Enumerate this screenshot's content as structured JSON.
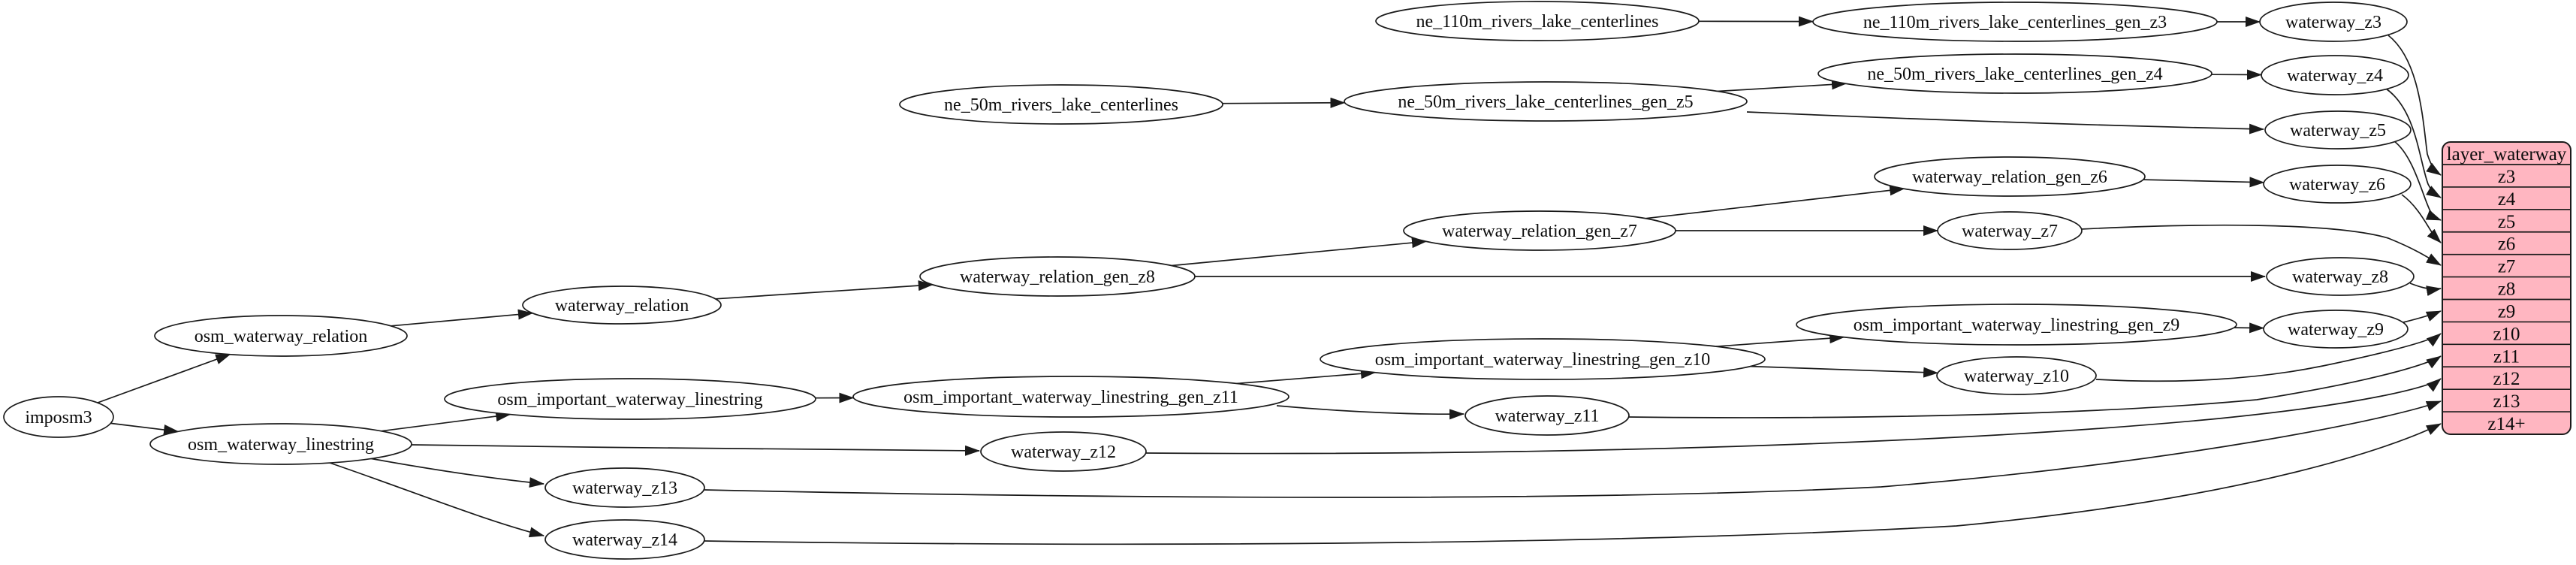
{
  "colors": {
    "table_fill": "#ffb6c1",
    "node_fill": "#ffffff",
    "stroke": "#1a1a1a",
    "background": "#ffffff"
  },
  "nodes": [
    {
      "id": "imposm3",
      "label": "imposm3"
    },
    {
      "id": "osm_waterway_relation",
      "label": "osm_waterway_relation"
    },
    {
      "id": "osm_waterway_linestring",
      "label": "osm_waterway_linestring"
    },
    {
      "id": "waterway_relation",
      "label": "waterway_relation"
    },
    {
      "id": "osm_important_waterway_linestring",
      "label": "osm_important_waterway_linestring"
    },
    {
      "id": "waterway_relation_gen_z8",
      "label": "waterway_relation_gen_z8"
    },
    {
      "id": "waterway_relation_gen_z7",
      "label": "waterway_relation_gen_z7"
    },
    {
      "id": "waterway_relation_gen_z6",
      "label": "waterway_relation_gen_z6"
    },
    {
      "id": "ne_110m_rivers_lake_centerlines",
      "label": "ne_110m_rivers_lake_centerlines"
    },
    {
      "id": "ne_110m_rivers_lake_centerlines_gen_z3",
      "label": "ne_110m_rivers_lake_centerlines_gen_z3"
    },
    {
      "id": "ne_50m_rivers_lake_centerlines",
      "label": "ne_50m_rivers_lake_centerlines"
    },
    {
      "id": "ne_50m_rivers_lake_centerlines_gen_z5",
      "label": "ne_50m_rivers_lake_centerlines_gen_z5"
    },
    {
      "id": "ne_50m_rivers_lake_centerlines_gen_z4",
      "label": "ne_50m_rivers_lake_centerlines_gen_z4"
    },
    {
      "id": "osm_important_waterway_linestring_gen_z11",
      "label": "osm_important_waterway_linestring_gen_z11"
    },
    {
      "id": "osm_important_waterway_linestring_gen_z10",
      "label": "osm_important_waterway_linestring_gen_z10"
    },
    {
      "id": "osm_important_waterway_linestring_gen_z9",
      "label": "osm_important_waterway_linestring_gen_z9"
    },
    {
      "id": "waterway_z3",
      "label": "waterway_z3"
    },
    {
      "id": "waterway_z4",
      "label": "waterway_z4"
    },
    {
      "id": "waterway_z5",
      "label": "waterway_z5"
    },
    {
      "id": "waterway_z6",
      "label": "waterway_z6"
    },
    {
      "id": "waterway_z7",
      "label": "waterway_z7"
    },
    {
      "id": "waterway_z8",
      "label": "waterway_z8"
    },
    {
      "id": "waterway_z9",
      "label": "waterway_z9"
    },
    {
      "id": "waterway_z10",
      "label": "waterway_z10"
    },
    {
      "id": "waterway_z11",
      "label": "waterway_z11"
    },
    {
      "id": "waterway_z12",
      "label": "waterway_z12"
    },
    {
      "id": "waterway_z13",
      "label": "waterway_z13"
    },
    {
      "id": "waterway_z14",
      "label": "waterway_z14"
    }
  ],
  "table": {
    "title": "layer_waterway",
    "rows": [
      "z3",
      "z4",
      "z5",
      "z6",
      "z7",
      "z8",
      "z9",
      "z10",
      "z11",
      "z12",
      "z13",
      "z14+"
    ]
  },
  "edges": [
    {
      "from": "imposm3",
      "to": "osm_waterway_relation"
    },
    {
      "from": "imposm3",
      "to": "osm_waterway_linestring"
    },
    {
      "from": "osm_waterway_relation",
      "to": "waterway_relation"
    },
    {
      "from": "waterway_relation",
      "to": "waterway_relation_gen_z8"
    },
    {
      "from": "waterway_relation_gen_z8",
      "to": "waterway_relation_gen_z7"
    },
    {
      "from": "waterway_relation_gen_z8",
      "to": "waterway_z8"
    },
    {
      "from": "waterway_relation_gen_z7",
      "to": "waterway_relation_gen_z6"
    },
    {
      "from": "waterway_relation_gen_z7",
      "to": "waterway_z7"
    },
    {
      "from": "waterway_relation_gen_z6",
      "to": "waterway_z6"
    },
    {
      "from": "ne_110m_rivers_lake_centerlines",
      "to": "ne_110m_rivers_lake_centerlines_gen_z3"
    },
    {
      "from": "ne_110m_rivers_lake_centerlines_gen_z3",
      "to": "waterway_z3"
    },
    {
      "from": "ne_50m_rivers_lake_centerlines",
      "to": "ne_50m_rivers_lake_centerlines_gen_z5"
    },
    {
      "from": "ne_50m_rivers_lake_centerlines_gen_z5",
      "to": "ne_50m_rivers_lake_centerlines_gen_z4"
    },
    {
      "from": "ne_50m_rivers_lake_centerlines_gen_z5",
      "to": "waterway_z5"
    },
    {
      "from": "ne_50m_rivers_lake_centerlines_gen_z4",
      "to": "waterway_z4"
    },
    {
      "from": "osm_waterway_linestring",
      "to": "osm_important_waterway_linestring"
    },
    {
      "from": "osm_waterway_linestring",
      "to": "waterway_z12"
    },
    {
      "from": "osm_waterway_linestring",
      "to": "waterway_z13"
    },
    {
      "from": "osm_waterway_linestring",
      "to": "waterway_z14"
    },
    {
      "from": "osm_important_waterway_linestring",
      "to": "osm_important_waterway_linestring_gen_z11"
    },
    {
      "from": "osm_important_waterway_linestring_gen_z11",
      "to": "osm_important_waterway_linestring_gen_z10"
    },
    {
      "from": "osm_important_waterway_linestring_gen_z11",
      "to": "waterway_z11"
    },
    {
      "from": "osm_important_waterway_linestring_gen_z10",
      "to": "osm_important_waterway_linestring_gen_z9"
    },
    {
      "from": "osm_important_waterway_linestring_gen_z10",
      "to": "waterway_z10"
    },
    {
      "from": "osm_important_waterway_linestring_gen_z9",
      "to": "waterway_z9"
    },
    {
      "from": "waterway_z3",
      "to": "layer_waterway",
      "row": "z3"
    },
    {
      "from": "waterway_z4",
      "to": "layer_waterway",
      "row": "z4"
    },
    {
      "from": "waterway_z5",
      "to": "layer_waterway",
      "row": "z5"
    },
    {
      "from": "waterway_z6",
      "to": "layer_waterway",
      "row": "z6"
    },
    {
      "from": "waterway_z7",
      "to": "layer_waterway",
      "row": "z7"
    },
    {
      "from": "waterway_z8",
      "to": "layer_waterway",
      "row": "z8"
    },
    {
      "from": "waterway_z9",
      "to": "layer_waterway",
      "row": "z9"
    },
    {
      "from": "waterway_z10",
      "to": "layer_waterway",
      "row": "z10"
    },
    {
      "from": "waterway_z11",
      "to": "layer_waterway",
      "row": "z11"
    },
    {
      "from": "waterway_z12",
      "to": "layer_waterway",
      "row": "z12"
    },
    {
      "from": "waterway_z13",
      "to": "layer_waterway",
      "row": "z13"
    },
    {
      "from": "waterway_z14",
      "to": "layer_waterway",
      "row": "z14+"
    }
  ]
}
